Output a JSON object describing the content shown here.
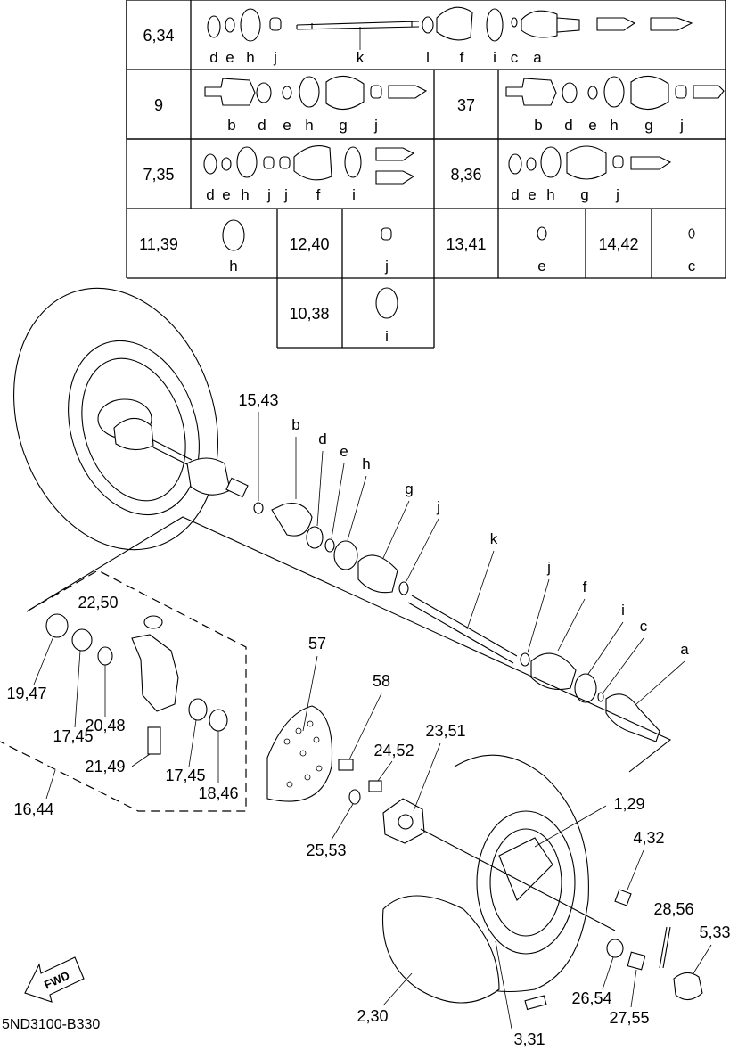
{
  "table": {
    "rows": [
      {
        "key": "row-6-34",
        "ref": "6,34",
        "letters": [
          "d",
          "e",
          "h",
          "j",
          "k",
          "l",
          "f",
          "i",
          "c",
          "a"
        ]
      },
      {
        "key": "row-9",
        "ref": "9",
        "letters": [
          "b",
          "d",
          "e",
          "h",
          "g",
          "j"
        ]
      },
      {
        "key": "row-37",
        "ref": "37",
        "letters": [
          "b",
          "d",
          "e",
          "h",
          "g",
          "j"
        ]
      },
      {
        "key": "row-7-35",
        "ref": "7,35",
        "letters": [
          "d",
          "e",
          "h",
          "j",
          "j",
          "f",
          "i"
        ]
      },
      {
        "key": "row-8-36",
        "ref": "8,36",
        "letters": [
          "d",
          "e",
          "h",
          "g",
          "j"
        ]
      },
      {
        "key": "row-11-39",
        "ref": "11,39",
        "letters": [
          "h"
        ]
      },
      {
        "key": "row-12-40",
        "ref": "12,40",
        "letters": [
          "j"
        ]
      },
      {
        "key": "row-13-41",
        "ref": "13,41",
        "letters": [
          "e"
        ]
      },
      {
        "key": "row-14-42",
        "ref": "14,42",
        "letters": [
          "c"
        ]
      },
      {
        "key": "row-10-38",
        "ref": "10,38",
        "letters": [
          "i"
        ]
      }
    ]
  },
  "callouts": {
    "c15_43": "15,43",
    "c22_50": "22,50",
    "c19_47": "19,47",
    "c17_45a": "17,45",
    "c20_48": "20,48",
    "c21_49": "21,49",
    "c17_45b": "17,45",
    "c18_46": "18,46",
    "c16_44": "16,44",
    "c57": "57",
    "c58": "58",
    "c24_52": "24,52",
    "c23_51": "23,51",
    "c25_53": "25,53",
    "c1_29": "1,29",
    "c4_32": "4,32",
    "c28_56": "28,56",
    "c5_33": "5,33",
    "c26_54": "26,54",
    "c27_55": "27,55",
    "c2_30": "2,30",
    "c3_31": "3,31"
  },
  "shaft_letters": {
    "b": "b",
    "d": "d",
    "e": "e",
    "h": "h",
    "g": "g",
    "j1": "j",
    "k": "k",
    "j2": "j",
    "f": "f",
    "i": "i",
    "c": "c",
    "a": "a"
  },
  "fwd": "FWD",
  "diagram_code": "5ND3100-B330"
}
